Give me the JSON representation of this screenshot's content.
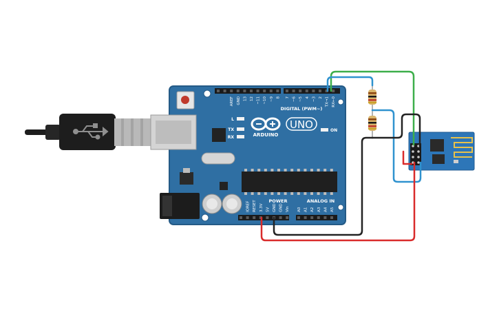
{
  "board": {
    "brand": "ARDUINO",
    "model": "UNO",
    "on_label": "ON",
    "led_l": "L",
    "led_tx": "TX",
    "led_rx": "RX",
    "digital_header": "DIGITAL (PWM~)",
    "digital_pins": [
      "AREF",
      "GND",
      "13",
      "12",
      "~11",
      "~10",
      "~9",
      "8",
      "7",
      "~6",
      "~5",
      "4",
      "~3",
      "2",
      "TX→1",
      "RX←0"
    ],
    "power_header": "POWER",
    "power_pins": [
      "IOREF",
      "RESET",
      "3.3V",
      "5V",
      "GND",
      "GND",
      "Vin"
    ],
    "analog_header": "ANALOG IN",
    "analog_pins": [
      "A0",
      "A1",
      "A2",
      "A3",
      "A4",
      "A5"
    ]
  },
  "colors": {
    "board": "#2f6fa3",
    "board_edge": "#245a86",
    "module": "#2d76b8",
    "wire_red": "#d92b2b",
    "wire_black": "#222222",
    "wire_green": "#3cae4a",
    "wire_blue": "#2f92cf",
    "resistor_body": "#d9b46b",
    "usb_plug": "#1d1d1d",
    "usb_metal": "#c8c8c8"
  },
  "icons": {
    "usb": "usb-symbol-icon",
    "arduino_logo": "arduino-infinity-icon"
  }
}
